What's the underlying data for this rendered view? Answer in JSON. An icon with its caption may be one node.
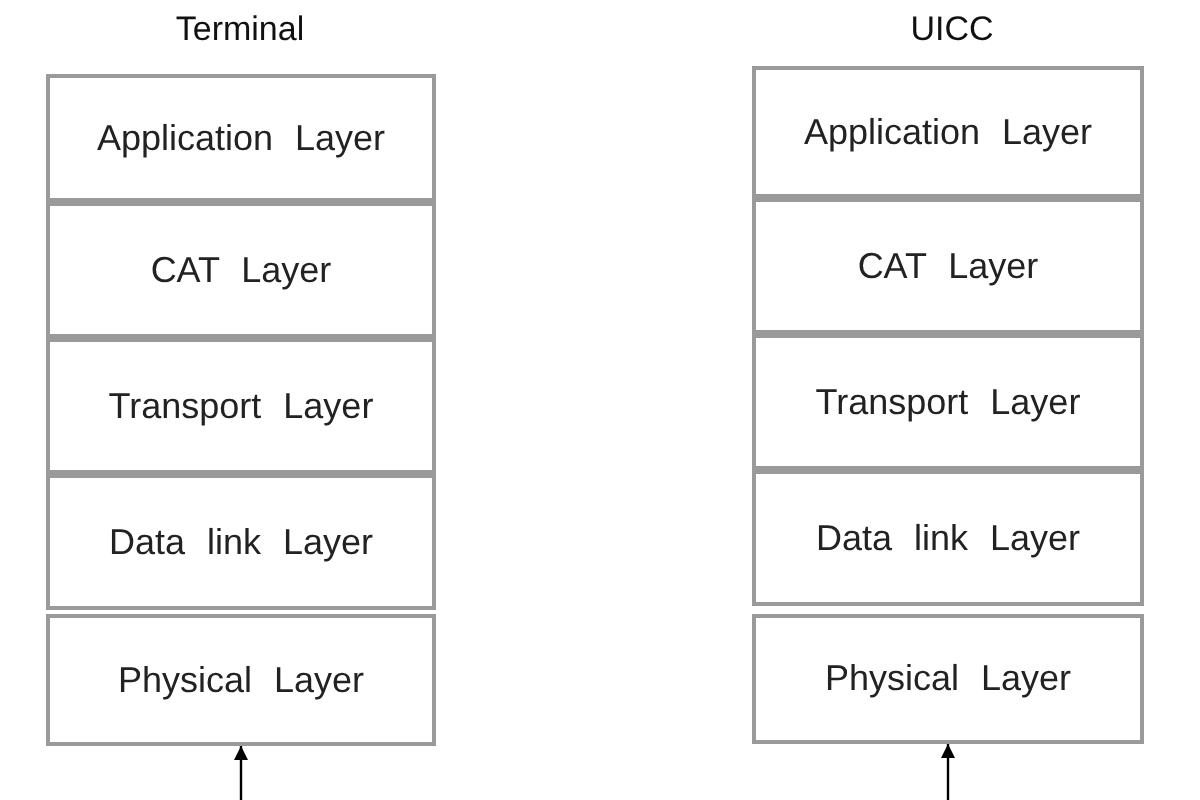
{
  "diagram": {
    "nodes": [
      {
        "text": [
          "Application Layer"
        ]
      },
      {
        "text": [
          "CAT Layer"
        ]
      },
      {
        "text": [
          "Transport Layer"
        ]
      },
      {
        "text": [
          "Data link Layer"
        ]
      },
      {
        "text": [
          "Physical Layer"
        ]
      },
      {
        "text": [
          "Application Layer"
        ]
      },
      {
        "text": [
          "CAT Layer"
        ]
      },
      {
        "text": [
          "Transport Layer"
        ]
      },
      {
        "text": [
          "Data link Layer"
        ]
      },
      {
        "text": [
          "Physical Layer"
        ]
      }
    ],
    "edges": [
      {
        "from": null,
        "to": 4,
        "arrow": "to"
      },
      {
        "from": null,
        "to": 9,
        "arrow": "to"
      }
    ],
    "labels": [
      "Terminal",
      "UICC"
    ]
  }
}
